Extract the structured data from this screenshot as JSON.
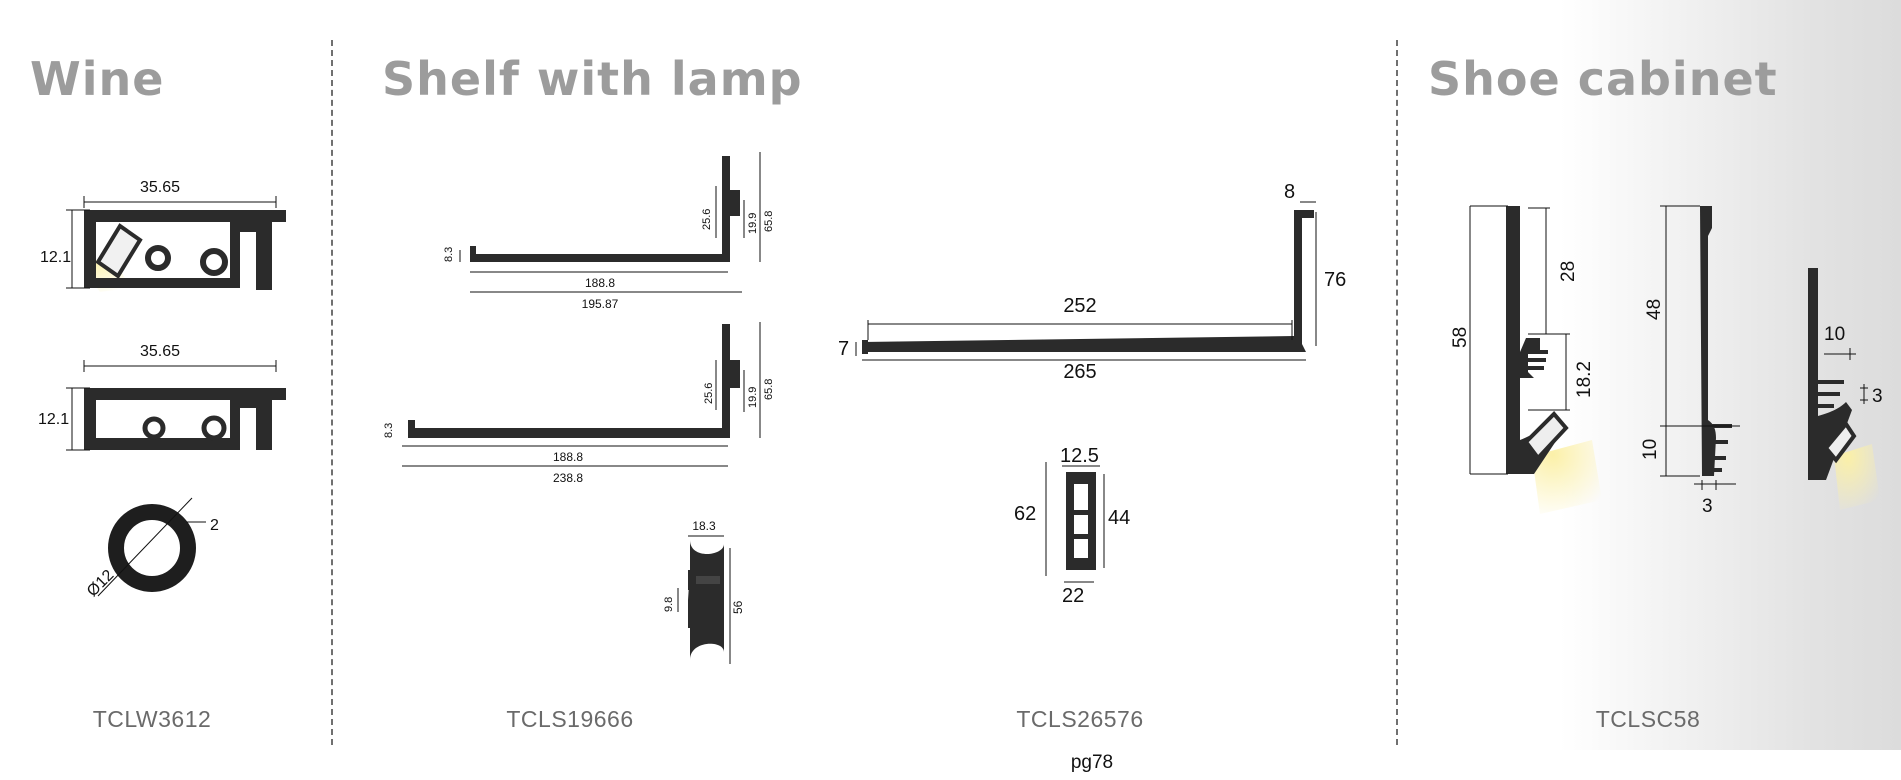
{
  "sections": [
    {
      "title": "Wine",
      "model": "TCLW3612",
      "dims": {
        "a_width": "35.65",
        "a_height": "12.1",
        "b_width": "35.65",
        "b_height": "12.1",
        "ring_dia": "Ø12",
        "ring_wall": "2"
      }
    },
    {
      "title": "Shelf with lamp",
      "model": "TCLS19666",
      "dims": {
        "a_h1": "25.6",
        "a_h2": "19.9",
        "a_h3": "65.8",
        "a_lip": "8.3",
        "a_len1": "188.8",
        "a_len2": "195.87",
        "b_h1": "25.6",
        "b_h2": "19.9",
        "b_h3": "65.8",
        "b_lip": "8.3",
        "b_len1": "188.8",
        "b_len2": "238.8",
        "c_w": "18.3",
        "c_h1": "9.8",
        "c_h2": "56"
      }
    },
    {
      "title": "",
      "model": "TCLS26576",
      "dims": {
        "top": "8",
        "height": "76",
        "inner": "252",
        "lip": "7",
        "total": "265",
        "clip_top": "12.5",
        "clip_left": "62",
        "clip_right": "44",
        "clip_bottom": "22"
      }
    },
    {
      "title": "Shoe cabinet",
      "model": "TCLSC58",
      "dims": {
        "a_total": "58",
        "a_top": "28",
        "a_mid": "18.2",
        "b_total": "48",
        "b_bottom": "10",
        "b_width": "3",
        "c_top": "10",
        "c_side": "3"
      }
    }
  ],
  "footer": {
    "page": "pg78"
  },
  "colors": {
    "title": "#9c9c9c",
    "profile": "#2b2b2b",
    "light": "#f6e9a0",
    "divider": "#707070"
  }
}
